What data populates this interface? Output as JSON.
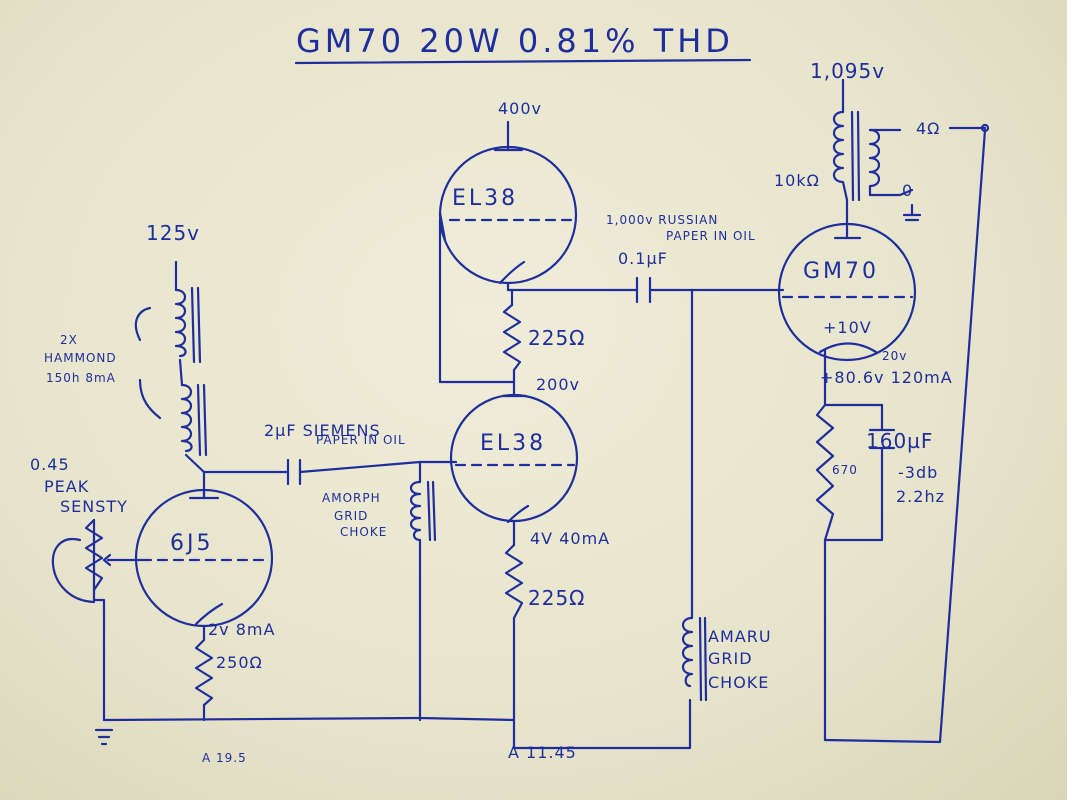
{
  "title": "GM70 20W 0.81% THD",
  "supplies": {
    "gm70_plate": "1,095v",
    "el38_top_plate": "400v",
    "choke_supply": "125v"
  },
  "tubes": {
    "upper_el38": "EL38",
    "lower_el38": "EL38",
    "driver": "6J5",
    "output": "GM70"
  },
  "labels": {
    "el38_mid_voltage": "200v",
    "upper_resistor": "225Ω",
    "lower_resistor": "225Ω",
    "lower_el38_bias": "4V 40mA",
    "coupling_cap_rating": "1,000v RUSSIAN",
    "coupling_cap_type": "PAPER IN OIL",
    "coupling_cap_value": "0.1µF",
    "gm70_grid_bias": "+10V",
    "gm70_filament": "20v",
    "gm70_cathode": "+80.6v 120mA",
    "cathode_resistor": "670",
    "cathode_cap": "160µF",
    "rolloff_line1": "-3db",
    "rolloff_line2": "2.2hz",
    "speaker_tap": "4Ω",
    "speaker_zero": "0",
    "primary_resistance": "10kΩ",
    "interstage_cap_line1": "2µF SIEMENS",
    "interstage_cap_line2": "PAPER IN OIL",
    "left_grid_choke": [
      "AMORPH",
      "GRID",
      "CHOKE"
    ],
    "right_grid_choke": [
      "AMARU",
      "GRID",
      "CHOKE"
    ],
    "hammond_chokes": [
      "2X",
      "HAMMOND",
      "150h 8mA"
    ],
    "sensitivity": [
      "0.45",
      "PEAK",
      "SENSTY"
    ],
    "driver_cathode": "2v 8mA",
    "driver_cathode_resistor": "250Ω",
    "driver_current": "A 19.5",
    "el38_current": "A 11.45"
  }
}
